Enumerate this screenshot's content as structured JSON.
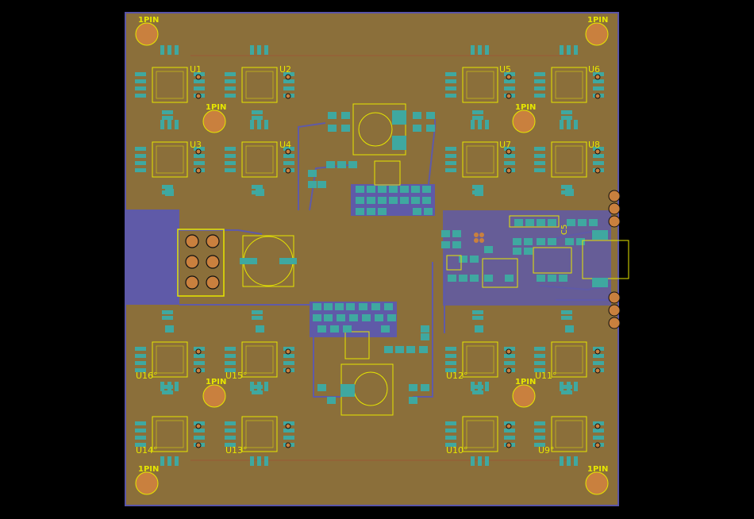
{
  "colors": {
    "background": "#000000",
    "board": "#8b6f3a",
    "outline": "#5a55a8",
    "copper_fill": "#5f5aa8",
    "pad": "#3fa8a0",
    "silk": "#e6e600",
    "mount": "#c9803e",
    "trace": "#5f5aa8",
    "via_ring": "#111111"
  },
  "pin1_labels": [
    {
      "id": "p1-tl",
      "text": "1PIN"
    },
    {
      "id": "p1-tr",
      "text": "1PIN"
    },
    {
      "id": "p1-ml",
      "text": "1PIN"
    },
    {
      "id": "p1-mr",
      "text": "1PIN"
    },
    {
      "id": "p1-ll",
      "text": "1PIN"
    },
    {
      "id": "p1-lr",
      "text": "1PIN"
    },
    {
      "id": "p1-bl",
      "text": "1PIN"
    },
    {
      "id": "p1-br",
      "text": "1PIN"
    }
  ],
  "chips": [
    {
      "ref": "U1"
    },
    {
      "ref": "U2"
    },
    {
      "ref": "U3"
    },
    {
      "ref": "U4"
    },
    {
      "ref": "U5"
    },
    {
      "ref": "U6"
    },
    {
      "ref": "U7"
    },
    {
      "ref": "U8"
    },
    {
      "ref": "U9°"
    },
    {
      "ref": "U10°"
    },
    {
      "ref": "U11°"
    },
    {
      "ref": "U12°"
    },
    {
      "ref": "U13°"
    },
    {
      "ref": "U14°"
    },
    {
      "ref": "U15°"
    },
    {
      "ref": "U16°"
    }
  ],
  "designators": {
    "c5": "C5"
  }
}
